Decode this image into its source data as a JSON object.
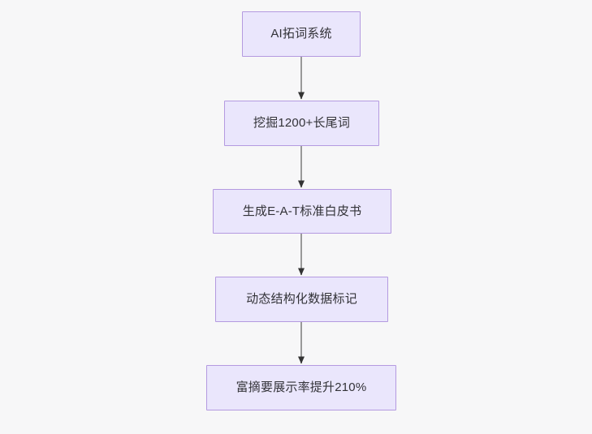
{
  "diagram": {
    "type": "flowchart",
    "direction": "top-to-bottom",
    "background_color": "#f7f7f8",
    "node_fill_color": "#eae6fc",
    "node_border_color": "#b49ae0",
    "node_text_color": "#333338",
    "edge_line_color": "#999999",
    "edge_arrowhead_color": "#333333",
    "nodes": [
      {
        "id": "n0",
        "label": "AI拓词系统"
      },
      {
        "id": "n1",
        "label": "挖掘1200+长尾词"
      },
      {
        "id": "n2",
        "label": "生成E-A-T标准白皮书"
      },
      {
        "id": "n3",
        "label": "动态结构化数据标记"
      },
      {
        "id": "n4",
        "label": "富摘要展示率提升210%"
      }
    ],
    "edges": [
      {
        "from": "n0",
        "to": "n1",
        "label": ""
      },
      {
        "from": "n1",
        "to": "n2",
        "label": ""
      },
      {
        "from": "n2",
        "to": "n3",
        "label": ""
      },
      {
        "from": "n3",
        "to": "n4",
        "label": ""
      }
    ]
  }
}
